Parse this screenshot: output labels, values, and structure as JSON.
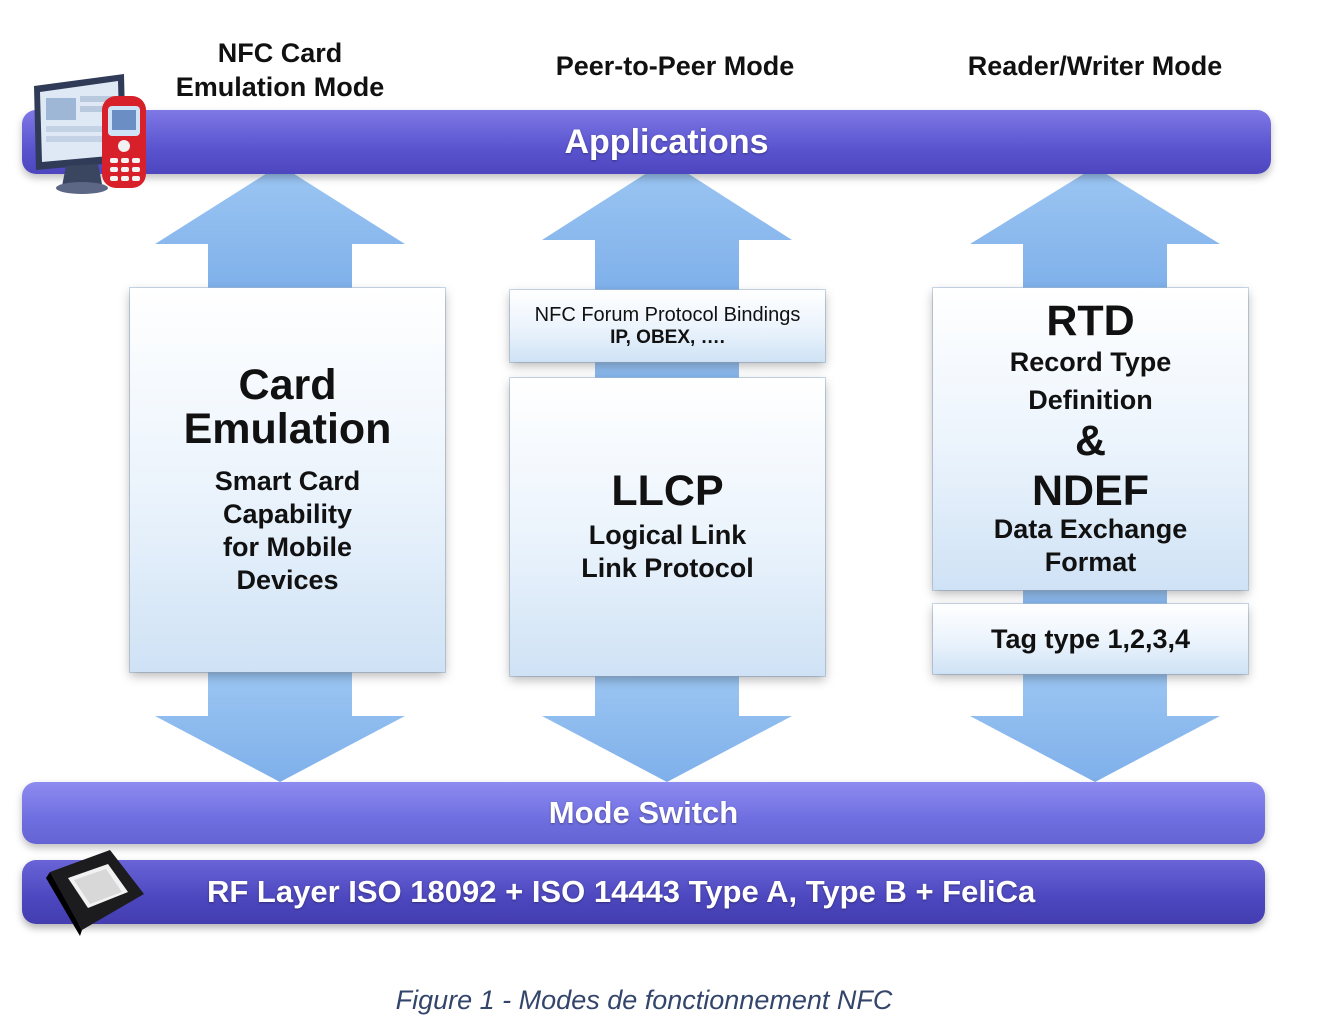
{
  "modes": {
    "card_emulation_line1": "NFC Card",
    "card_emulation_line2": "Emulation Mode",
    "peer_to_peer": "Peer-to-Peer Mode",
    "reader_writer": "Reader/Writer Mode"
  },
  "bands": {
    "applications": "Applications",
    "mode_switch": "Mode Switch",
    "rf_layer": "RF Layer ISO 18092 + ISO 14443 Type A, Type B + FeliCa"
  },
  "card_panel": {
    "title_line1": "Card",
    "title_line2": "Emulation",
    "desc_line1": "Smart Card",
    "desc_line2": "Capability",
    "desc_line3": "for Mobile",
    "desc_line4": "Devices"
  },
  "bindings_panel": {
    "line1": "NFC Forum Protocol Bindings",
    "line2": "IP, OBEX, …."
  },
  "llcp_panel": {
    "title": "LLCP",
    "desc_line1": "Logical Link",
    "desc_line2": "Link Protocol"
  },
  "rtd_panel": {
    "title": "RTD",
    "desc_line1": "Record Type",
    "desc_line2": "Definition",
    "ampersand": "&",
    "title2": "NDEF",
    "desc2_line1": "Data Exchange",
    "desc2_line2": "Format"
  },
  "tag_panel": {
    "label": "Tag type 1,2,3,4"
  },
  "caption": "Figure 1 - Modes de fonctionnement NFC",
  "icons": {
    "devices": "pc-and-phone-icon",
    "chip": "chip-icon"
  },
  "colors": {
    "applications_band": "#5a54cf",
    "mode_switch_band": "#6f6ee0",
    "rf_band": "#4d47bf",
    "arrow_fill": "#8fbcef",
    "caption": "#33456b"
  }
}
